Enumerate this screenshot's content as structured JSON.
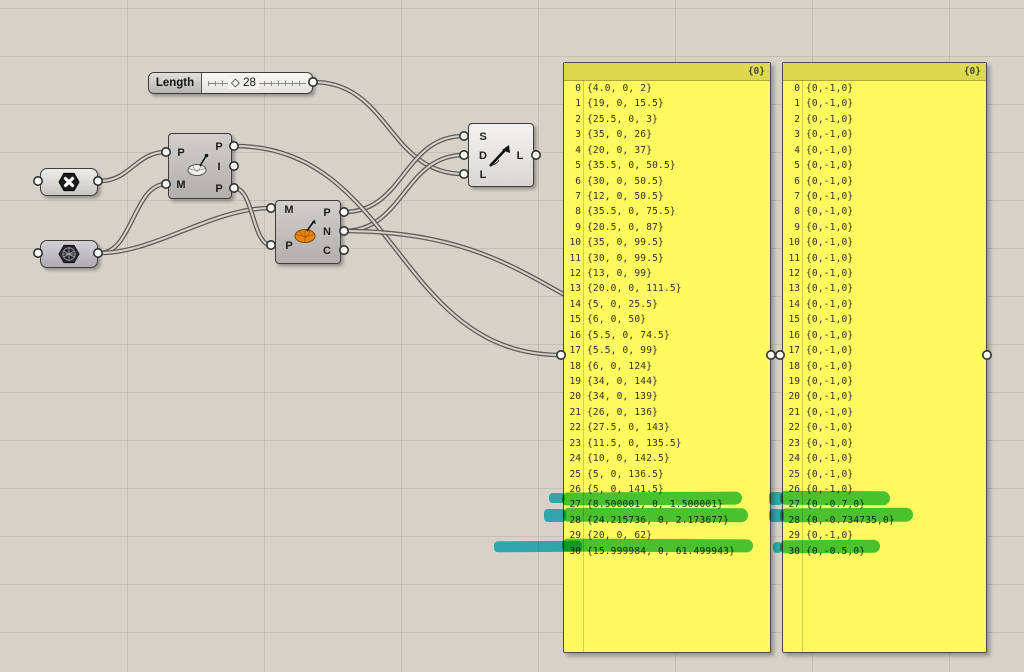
{
  "colors": {
    "canvas_bg": "#d6d2ca",
    "panel_yellow": "#fdf95f",
    "panel_header": "#dcd94e",
    "highlight_green": "#3fc473",
    "highlight_cyan": "#2fc6d4",
    "wire": "#5e5c58"
  },
  "slider": {
    "label": "Length",
    "diamond": "◇",
    "value": "28"
  },
  "components": {
    "mesh_closest_point": {
      "inputs": [
        "P",
        "M"
      ],
      "outputs": [
        "P",
        "I",
        "P"
      ],
      "icon": "mesh-closest-point-icon"
    },
    "evaluate_mesh": {
      "inputs": [
        "M",
        "P"
      ],
      "outputs": [
        "P",
        "N",
        "C"
      ],
      "icon": "evaluate-mesh-icon"
    },
    "line_sdl": {
      "inputs": [
        "S",
        "D",
        "L"
      ],
      "outputs": [
        "L"
      ],
      "icon": "line-sdl-icon"
    }
  },
  "panels": [
    {
      "header": "{0}",
      "rows": [
        {
          "i": "0",
          "v": "{4.0, 0, 2}"
        },
        {
          "i": "1",
          "v": "{19, 0, 15.5}"
        },
        {
          "i": "2",
          "v": "{25.5, 0, 3}"
        },
        {
          "i": "3",
          "v": "{35, 0, 26}"
        },
        {
          "i": "4",
          "v": "{20, 0, 37}"
        },
        {
          "i": "5",
          "v": "{35.5, 0, 50.5}"
        },
        {
          "i": "6",
          "v": "{30, 0, 50.5}"
        },
        {
          "i": "7",
          "v": "{12, 0, 50.5}"
        },
        {
          "i": "8",
          "v": "{35.5, 0, 75.5}"
        },
        {
          "i": "9",
          "v": "{20.5, 0, 87}"
        },
        {
          "i": "10",
          "v": "{35, 0, 99.5}"
        },
        {
          "i": "11",
          "v": "{30, 0, 99.5}"
        },
        {
          "i": "12",
          "v": "{13, 0, 99}"
        },
        {
          "i": "13",
          "v": "{20.0, 0, 111.5}"
        },
        {
          "i": "14",
          "v": "{5, 0, 25.5}"
        },
        {
          "i": "15",
          "v": "{6, 0, 50}"
        },
        {
          "i": "16",
          "v": "{5.5, 0, 74.5}"
        },
        {
          "i": "17",
          "v": "{5.5, 0, 99}"
        },
        {
          "i": "18",
          "v": "{6, 0, 124}"
        },
        {
          "i": "19",
          "v": "{34, 0, 144}"
        },
        {
          "i": "20",
          "v": "{34, 0, 139}"
        },
        {
          "i": "21",
          "v": "{26, 0, 136}"
        },
        {
          "i": "22",
          "v": "{27.5, 0, 143}"
        },
        {
          "i": "23",
          "v": "{11.5, 0, 135.5}"
        },
        {
          "i": "24",
          "v": "{10, 0, 142.5}"
        },
        {
          "i": "25",
          "v": "{5, 0, 136.5}"
        },
        {
          "i": "26",
          "v": "{5, 0, 141.5}"
        },
        {
          "i": "27",
          "v": "{8.500001, 0, 1.500001}"
        },
        {
          "i": "28",
          "v": "{24.215736, 0, 2.173677}"
        },
        {
          "i": "29",
          "v": "{20, 0, 62}"
        },
        {
          "i": "30",
          "v": "{15.999984, 0, 61.499943}"
        }
      ]
    },
    {
      "header": "{0}",
      "rows": [
        {
          "i": "0",
          "v": "{0,-1,0}"
        },
        {
          "i": "1",
          "v": "{0,-1,0}"
        },
        {
          "i": "2",
          "v": "{0,-1,0}"
        },
        {
          "i": "3",
          "v": "{0,-1,0}"
        },
        {
          "i": "4",
          "v": "{0,-1,0}"
        },
        {
          "i": "5",
          "v": "{0,-1,0}"
        },
        {
          "i": "6",
          "v": "{0,-1,0}"
        },
        {
          "i": "7",
          "v": "{0,-1,0}"
        },
        {
          "i": "8",
          "v": "{0,-1,0}"
        },
        {
          "i": "9",
          "v": "{0,-1,0}"
        },
        {
          "i": "10",
          "v": "{0,-1,0}"
        },
        {
          "i": "11",
          "v": "{0,-1,0}"
        },
        {
          "i": "12",
          "v": "{0,-1,0}"
        },
        {
          "i": "13",
          "v": "{0,-1,0}"
        },
        {
          "i": "14",
          "v": "{0,-1,0}"
        },
        {
          "i": "15",
          "v": "{0,-1,0}"
        },
        {
          "i": "16",
          "v": "{0,-1,0}"
        },
        {
          "i": "17",
          "v": "{0,-1,0}"
        },
        {
          "i": "18",
          "v": "{0,-1,0}"
        },
        {
          "i": "19",
          "v": "{0,-1,0}"
        },
        {
          "i": "20",
          "v": "{0,-1,0}"
        },
        {
          "i": "21",
          "v": "{0,-1,0}"
        },
        {
          "i": "22",
          "v": "{0,-1,0}"
        },
        {
          "i": "23",
          "v": "{0,-1,0}"
        },
        {
          "i": "24",
          "v": "{0,-1,0}"
        },
        {
          "i": "25",
          "v": "{0,-1,0}"
        },
        {
          "i": "26",
          "v": "{0,-1,0}"
        },
        {
          "i": "27",
          "v": "{0,-0.7,0}"
        },
        {
          "i": "28",
          "v": "{0,-0.734735,0}"
        },
        {
          "i": "29",
          "v": "{0,-1,0}"
        },
        {
          "i": "30",
          "v": "{0,-0.5,0}"
        }
      ]
    }
  ]
}
